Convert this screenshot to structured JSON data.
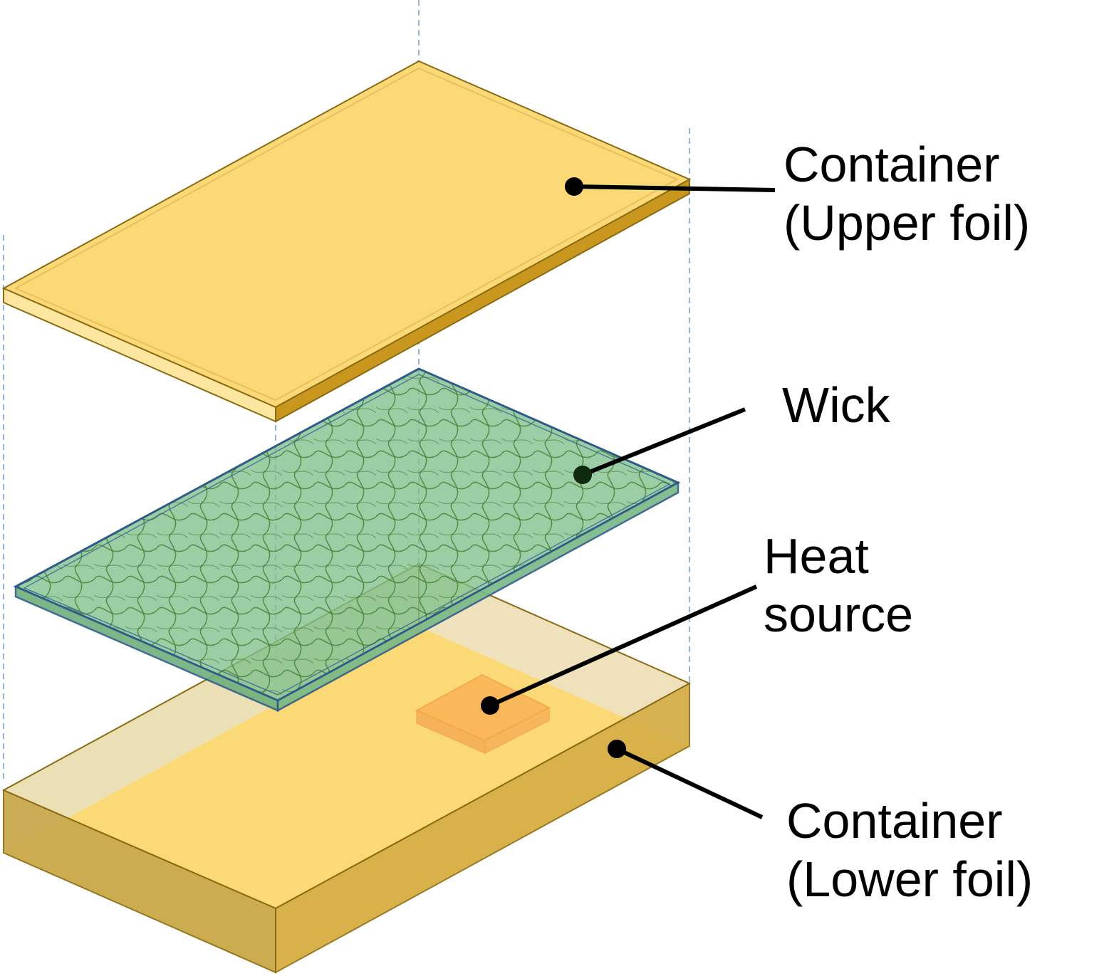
{
  "labels": {
    "upper_container": {
      "line1": "Container",
      "line2": "(Upper foil)"
    },
    "wick": {
      "line1": "Wick"
    },
    "heat_source": {
      "line1": "Heat",
      "line2": "source"
    },
    "lower_container": {
      "line1": "Container",
      "line2": "(Lower foil)"
    }
  },
  "colors": {
    "foil_top": "#FCD977",
    "foil_front": "#D4A83E",
    "foil_side": "#C49A2E",
    "foil_edge": "#8A6A12",
    "wick_fill": "#7FC08A",
    "wick_edge": "#2E5C8A",
    "wick_mesh": "#3E7A2E",
    "heat_source": "#FBB75A",
    "guide_line": "#6A9FD4",
    "leader": "#000000"
  }
}
